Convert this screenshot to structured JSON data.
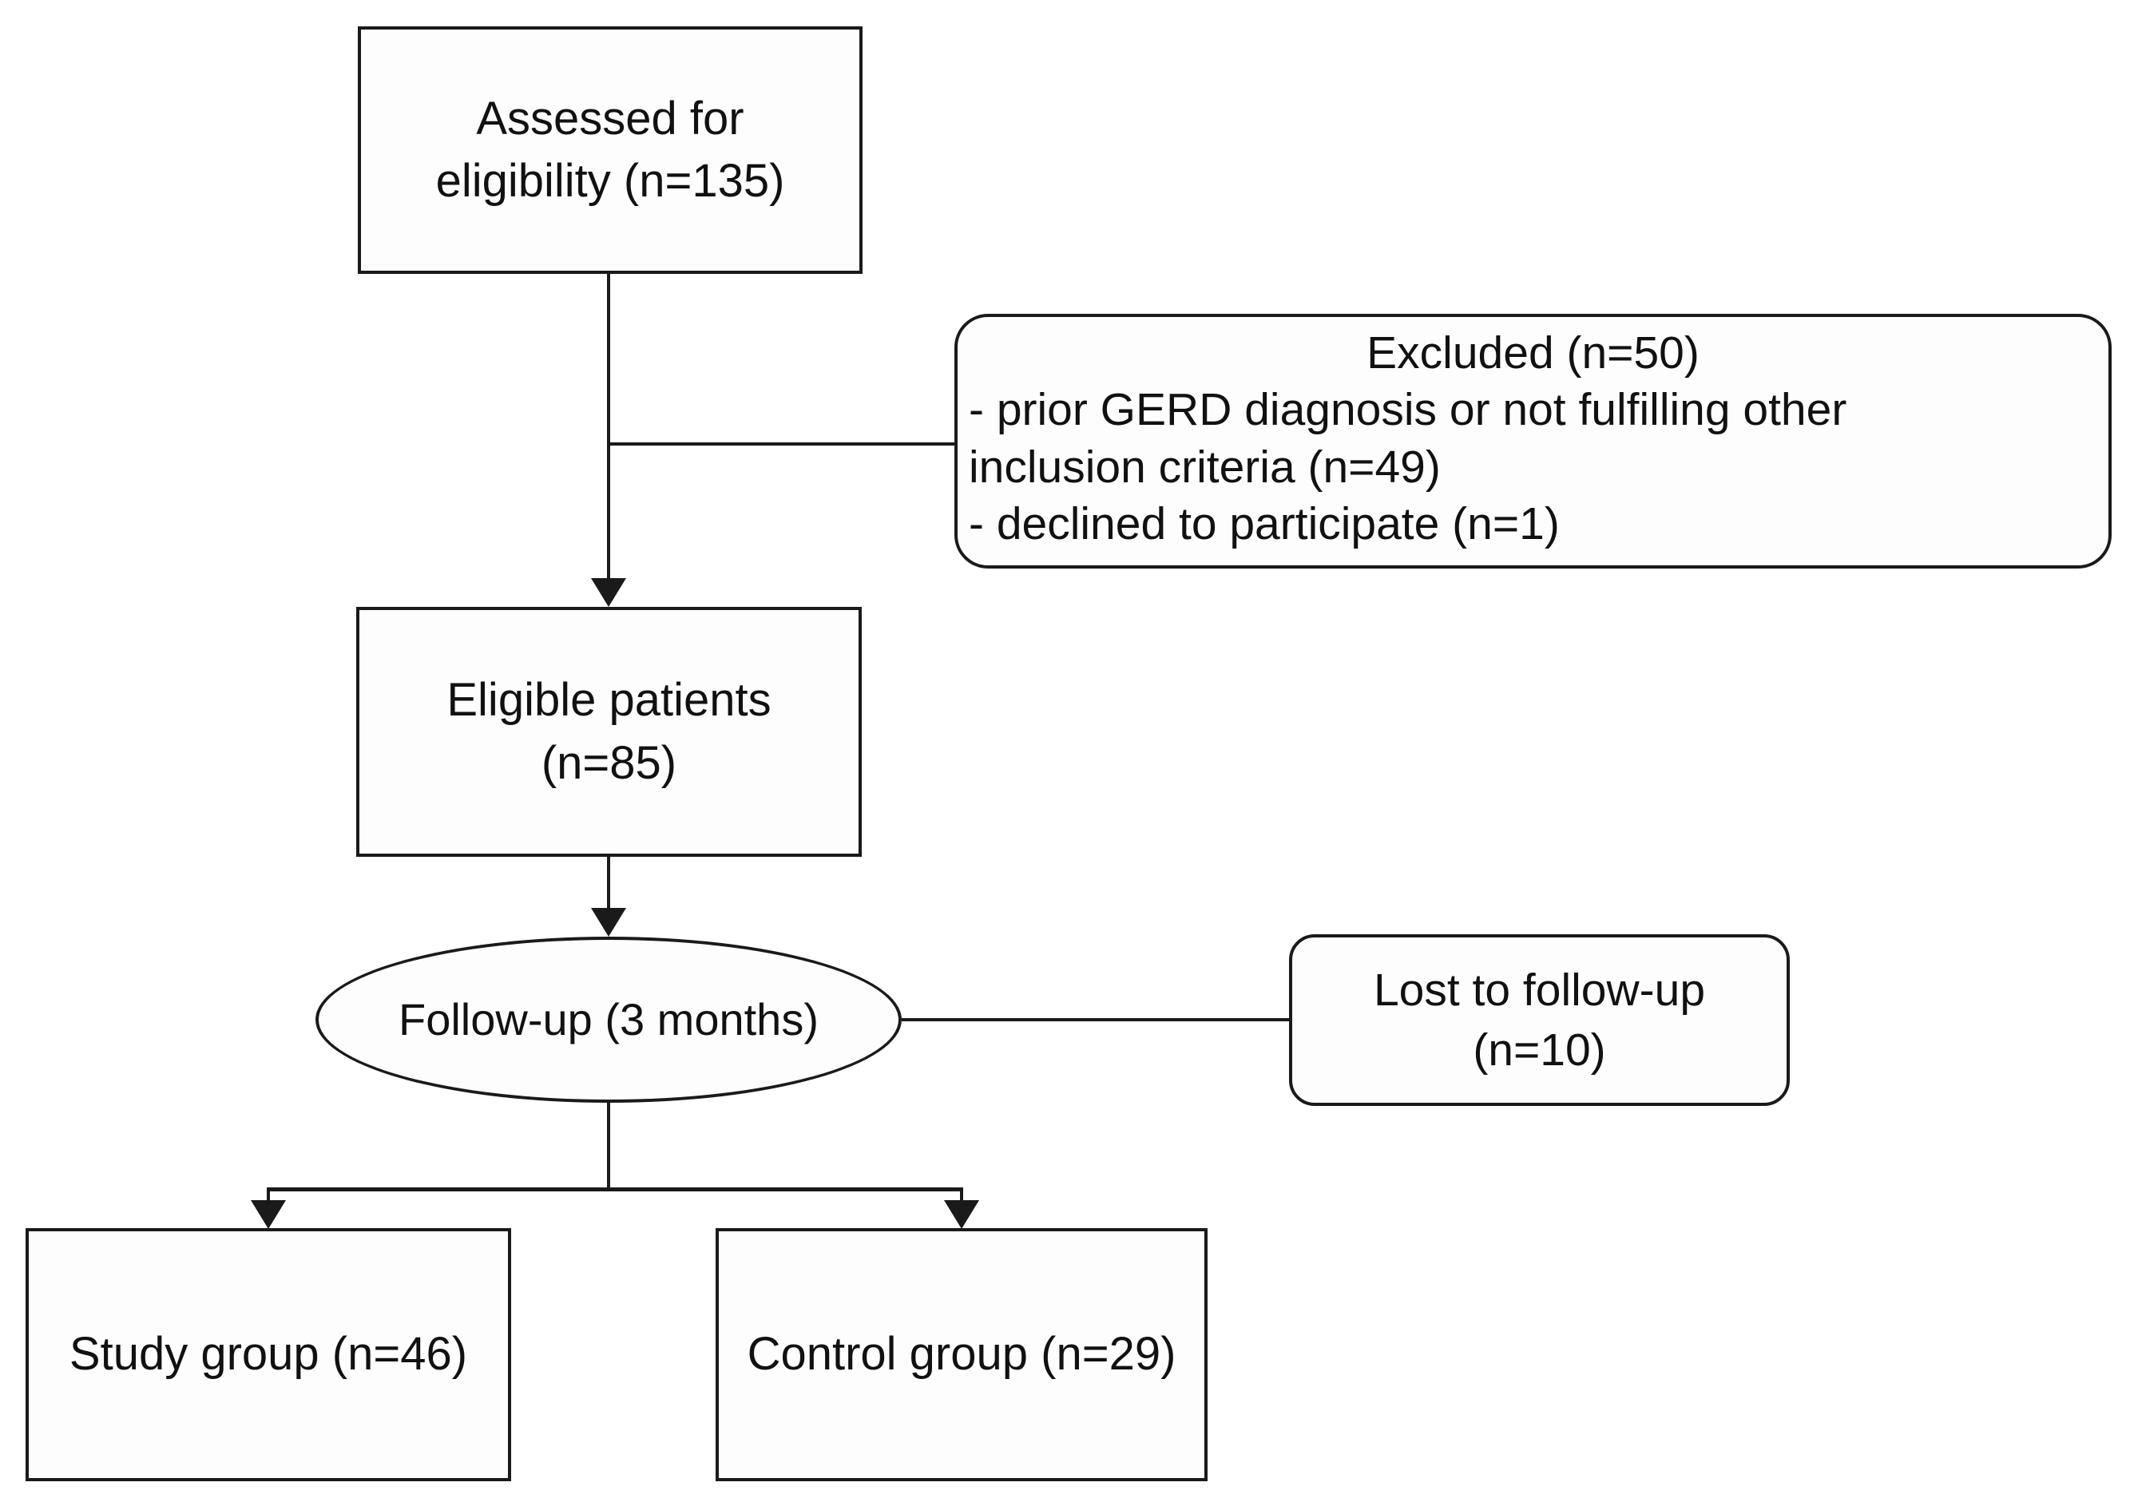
{
  "figure": {
    "type": "flowchart",
    "description": "Patient enrollment flow diagram",
    "colors": {
      "line": "#1a1a1a",
      "background": "#ffffff",
      "text": "#111111"
    }
  },
  "nodes": {
    "assessed": {
      "text": "Assessed for\neligibility (n=135)",
      "n": 135
    },
    "excluded": {
      "title": "Excluded (n=50)",
      "n": 50,
      "items": [
        "- prior GERD diagnosis or not fulfilling other\ninclusion criteria (n=49)",
        "- declined to participate (n=1)"
      ]
    },
    "eligible": {
      "text": "Eligible patients\n(n=85)",
      "n": 85
    },
    "followup": {
      "text": "Follow-up (3 months)"
    },
    "lost": {
      "text": "Lost to follow-up\n(n=10)",
      "n": 10
    },
    "study": {
      "text": "Study group (n=46)",
      "n": 46
    },
    "control": {
      "text": "Control group (n=29)",
      "n": 29
    }
  }
}
